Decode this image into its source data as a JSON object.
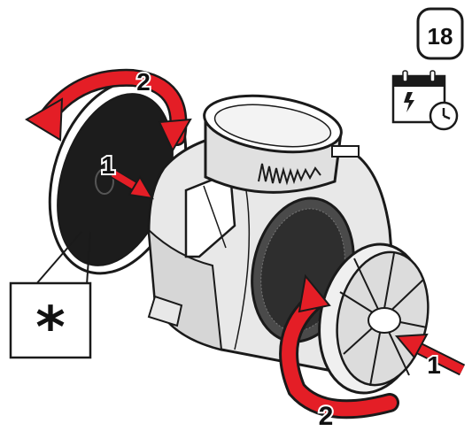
{
  "step_badge": {
    "number": "18"
  },
  "labels": {
    "left_push": "1",
    "left_rotate": "2",
    "right_push": "1",
    "right_rotate": "2",
    "callout_symbol": "*"
  },
  "icons": {
    "calendar": "calendar-icon",
    "clock": "clock-icon"
  },
  "colors": {
    "arrow": "#e41e26",
    "outline": "#1a1a1a",
    "body": "#e8e8e8",
    "filter_dark": "#1c1c1c",
    "mesh": "#4a4a4a"
  }
}
